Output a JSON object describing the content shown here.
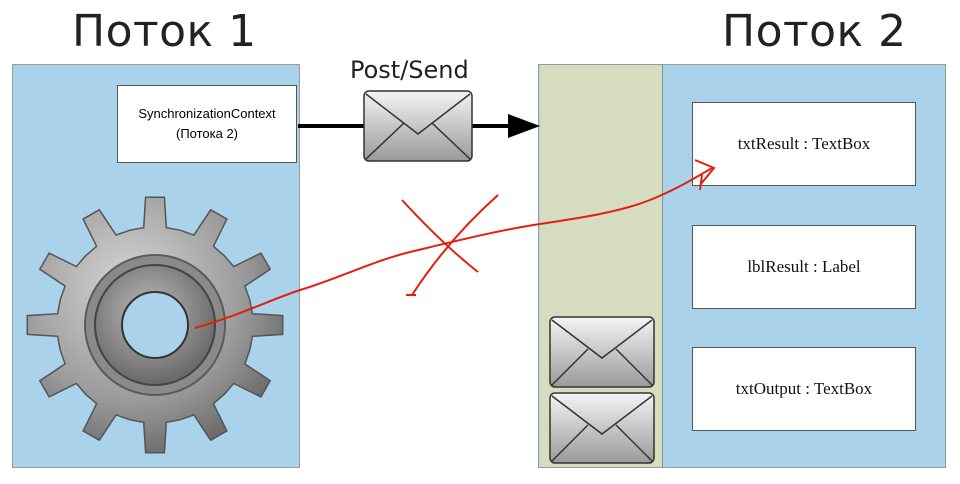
{
  "thread1": {
    "title": "Поток 1",
    "sync_context": {
      "line1": "SynchronizationContext",
      "line2": "(Потока 2)"
    }
  },
  "thread2": {
    "title": "Поток 2",
    "controls": [
      {
        "label": "txtResult : TextBox"
      },
      {
        "label": "lblResult : Label"
      },
      {
        "label": "txtOutput : TextBox"
      }
    ],
    "queued_messages": 2
  },
  "message_arrow": {
    "label": "Post/Send"
  },
  "colors": {
    "panel": "#aad2ea",
    "queue": "#d5dcc0",
    "annotation": "#e02010",
    "gear": "#8c8c8c",
    "arrow": "#000000"
  },
  "icons": [
    "gear-icon",
    "envelope-icon",
    "cross-mark-icon"
  ]
}
